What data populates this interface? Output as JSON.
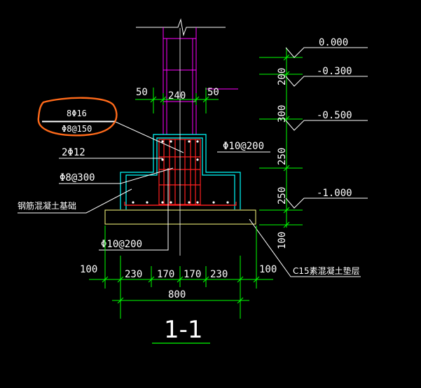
{
  "drawing": {
    "section_label": "1-1",
    "column": {
      "width_label": "240",
      "left_offset_label": "50",
      "right_offset_label": "50"
    },
    "annotations": {
      "circled_top": "8Φ16",
      "circled_bottom": "Φ8@150",
      "bars_2phi12": "2Φ12",
      "stirrup_phi8_300": "Φ8@300",
      "footing_name": "钢筋混凝土基础",
      "rebar_phi10_200_right": "Φ10@200",
      "rebar_phi10_200_bottom": "Φ10@200",
      "bedding_layer": "C15素混凝土垫层"
    },
    "elevations": [
      "0.000",
      "-0.300",
      "-0.500",
      "-1.000"
    ],
    "vertical_dims": [
      "200",
      "300",
      "250",
      "250",
      "100"
    ],
    "horizontal_dims": {
      "left_margin": "100",
      "right_margin": "100",
      "segments": [
        "230",
        "170",
        "170",
        "230"
      ],
      "total": "800"
    },
    "colors": {
      "background": "#000000",
      "white": "#ffffff",
      "green": "#00ff00",
      "cyan": "#00ffff",
      "magenta": "#ff00ff",
      "red": "#ff2020",
      "yellow": "#ffff80",
      "orange": "#ff6a1a"
    }
  }
}
